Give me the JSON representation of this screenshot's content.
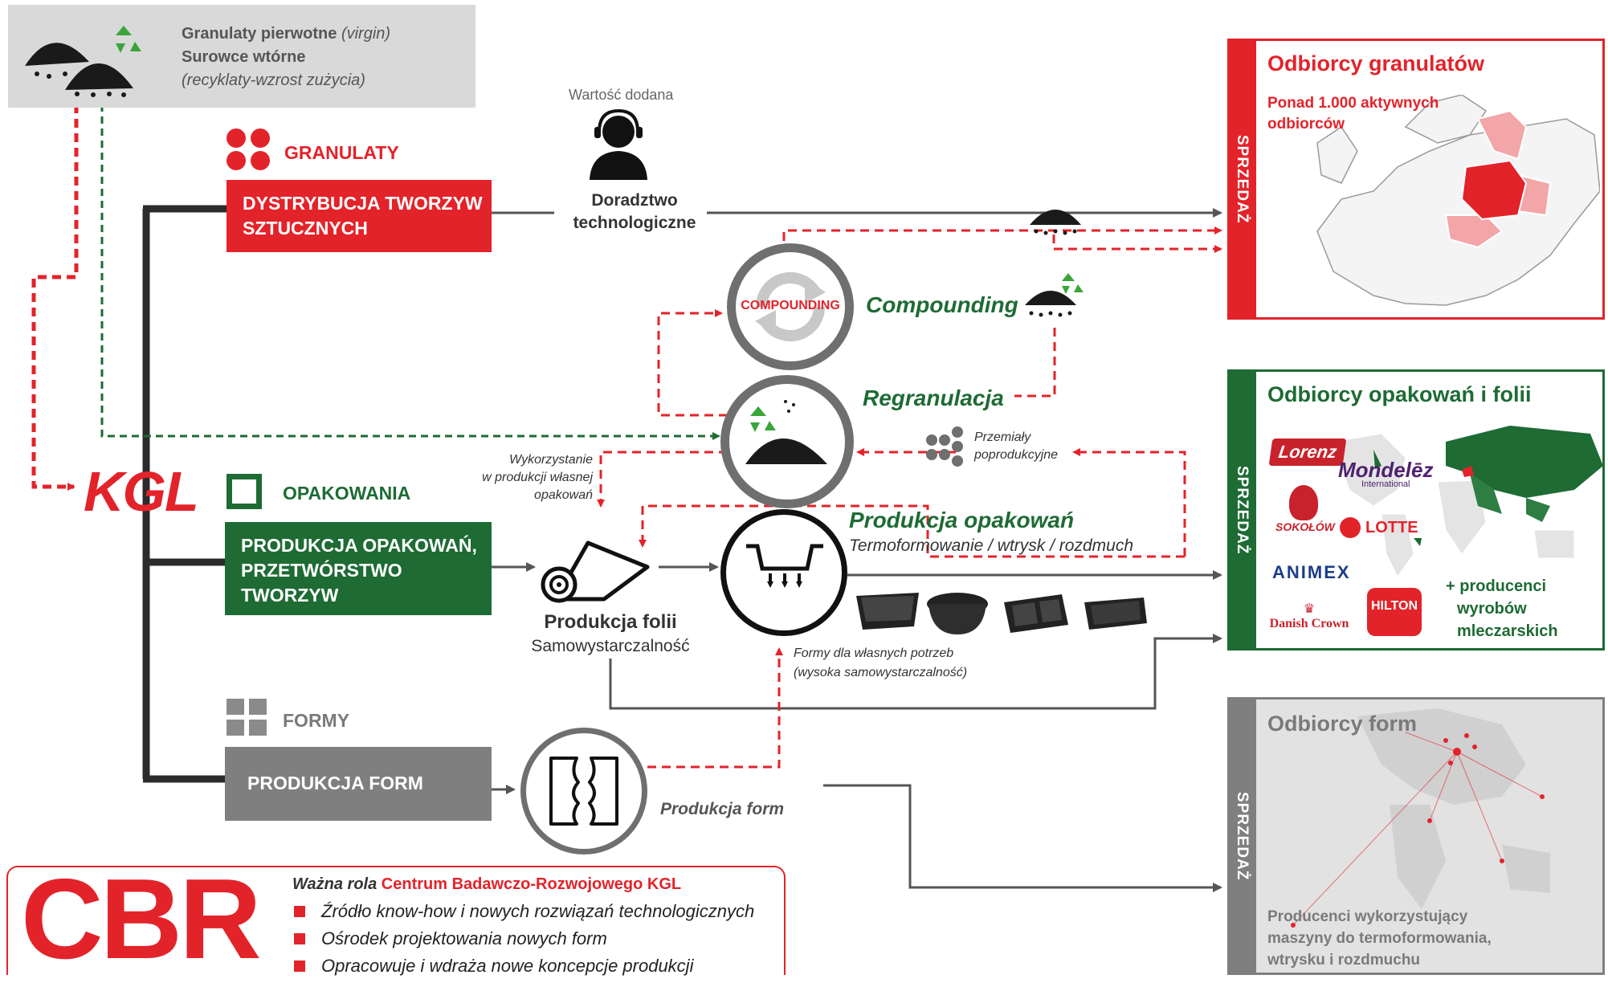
{
  "top_box": {
    "line1": "Granulaty pierwotne",
    "line1_italic": "(virgin)",
    "line2": "Surowce  wtórne",
    "line3": "(recyklaty-wzrost zużycia)"
  },
  "kgl_logo": "KGL",
  "segments": {
    "granulaty": {
      "heading": "GRANULATY",
      "box_line1": "DYSTRYBUCJA TWORZYW",
      "box_line2": "SZTUCZNYCH"
    },
    "opakowania": {
      "heading": "OPAKOWANIA",
      "box_line1": "PRODUKCJA OPAKOWAŃ,",
      "box_line2": "PRZETWÓRSTWO",
      "box_line3": "TWORZYW"
    },
    "formy": {
      "heading": "FORMY",
      "box_line1": "PRODUKCJA FORM"
    }
  },
  "labels": {
    "wartosc_dodana": "Wartość dodana",
    "doradztwo1": "Doradztwo",
    "doradztwo2": "technologiczne",
    "compounding_circle": "COMPOUNDING",
    "compounding": "Compounding",
    "regranulacja": "Regranulacja",
    "przemialy1": "Przemiały",
    "przemialy2": "poprodukcyjne",
    "wykorzystanie1": "Wykorzystanie",
    "wykorzystanie2": "w produkcji własnej",
    "wykorzystanie3": "opakowań",
    "produkcja_opakowan": "Produkcja opakowań",
    "termoformowanie": "Termoformowanie / wtrysk / rozdmuch",
    "produkcja_folii": "Produkcja folii",
    "samowystarczalnosc": "Samowystarczalność",
    "formy_dla1": "Formy dla własnych potrzeb",
    "formy_dla2": "(wysoka samowystarczalność)",
    "produkcja_form": "Produkcja form"
  },
  "customers": {
    "granulaty": {
      "side": "SPRZEDAŻ",
      "title": "Odbiorcy granulatów",
      "sub1": "Ponad 1.000 aktywnych",
      "sub2": "odbiorców"
    },
    "opakowania": {
      "side": "SPRZEDAŻ",
      "title": "Odbiorcy opakowań i folii",
      "logos": [
        "Lorenz",
        "Mondelēz",
        "International",
        "SOKOŁÓW",
        "LOTTE",
        "ANIMEX",
        "HILTON",
        "Danish Crown"
      ],
      "extra1": "+ producenci",
      "extra2": "wyrobów",
      "extra3": "mleczarskich"
    },
    "formy": {
      "side": "SPRZEDAŻ",
      "title": "Odbiorcy form",
      "desc1": "Producenci wykorzystujący",
      "desc2": "maszyny do termoformowania,",
      "desc3": "wtrysku i rozdmuchu"
    }
  },
  "cbr": {
    "logo": "CBR",
    "heading_prefix": "Ważna rola",
    "heading_main": "Centrum Badawczo-Rozwojowego KGL",
    "items": [
      "Źródło know-how i nowych rozwiązań technologicznych",
      "Ośrodek projektowania nowych form",
      "Opracowuje i wdraża nowe koncepcje produkcji"
    ]
  },
  "colors": {
    "red": "#e3232a",
    "green": "#1e6b34",
    "gray": "#7a7a7a",
    "dark": "#2b2b2b"
  }
}
